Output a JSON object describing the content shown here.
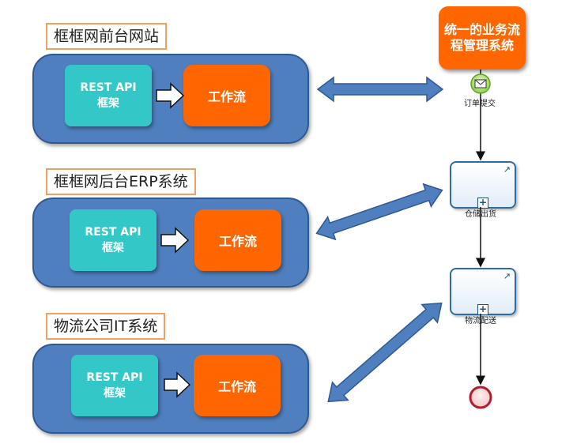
{
  "systems": [
    {
      "title": "框框网前台网站",
      "rest": "REST API 框架",
      "workflow": "工作流"
    },
    {
      "title": "框框网后台ERP系统",
      "rest": "REST API 框架",
      "workflow": "工作流"
    },
    {
      "title": "物流公司IT系统",
      "rest": "REST API 框架",
      "workflow": "工作流"
    }
  ],
  "process": {
    "title": "统一的业务流程管理系统",
    "start_label": "订单提交",
    "tasks": [
      "仓储出货",
      "物流配送"
    ]
  },
  "colors": {
    "panel": "#4f7fbf",
    "rest": "#33c7c7",
    "workflow": "#ff6600",
    "title_border": "#f0a060",
    "start_event": "#8bd24a",
    "end_event": "#c0222e"
  }
}
